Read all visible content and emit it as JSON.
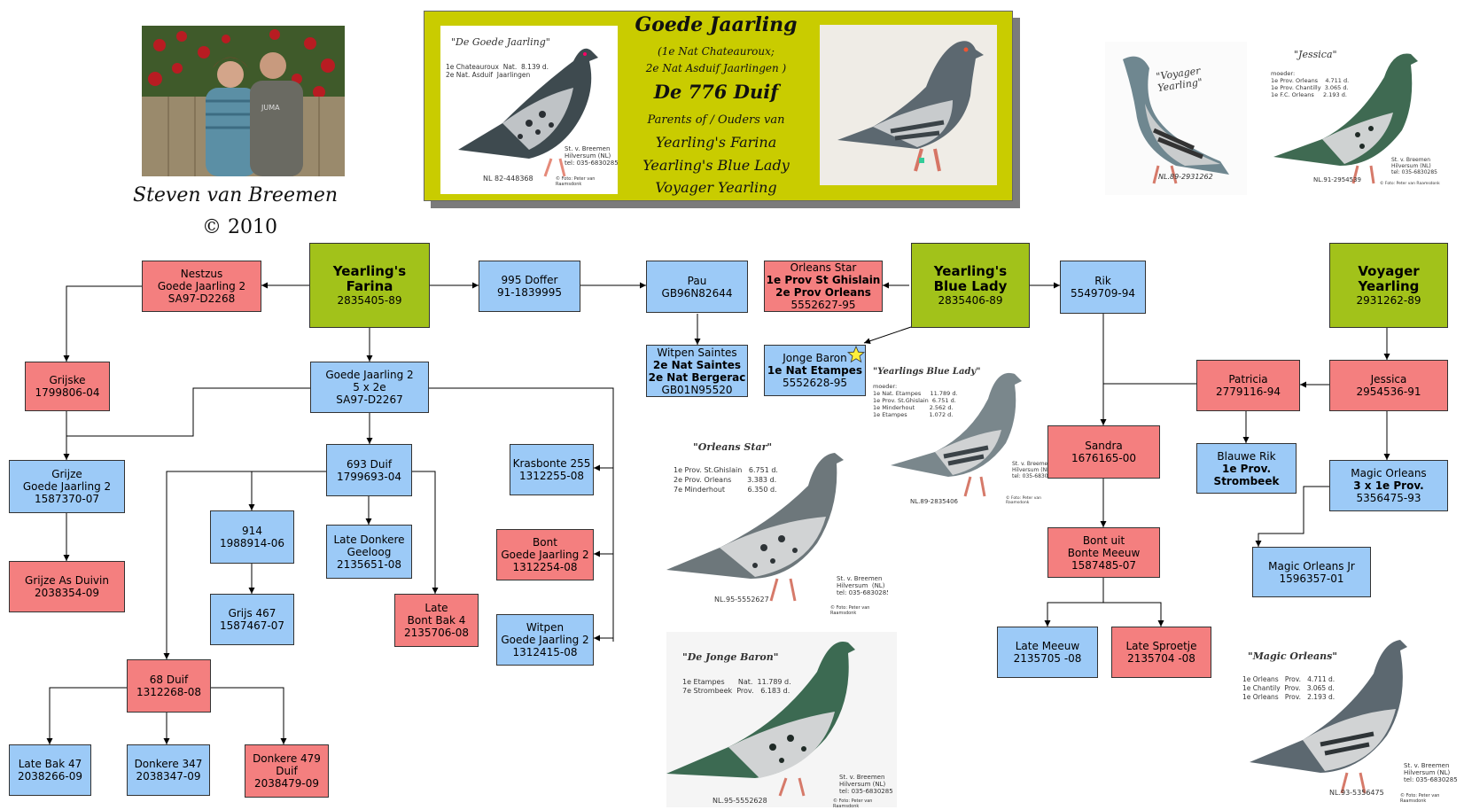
{
  "signature": {
    "name": "Steven van Breemen",
    "copyright": "© 2010"
  },
  "banner": {
    "title": "Goede Jaarling",
    "sub1": "(1e Nat Chateauroux;",
    "sub2": "2e Nat Asduif Jaarlingen )",
    "duif": "De 776 Duif",
    "parents": "Parents of / Ouders van",
    "c1": "Yearling's Farina",
    "c2": "Yearling's Blue Lady",
    "c3": "Voyager Yearling",
    "card": {
      "title": "\"De Goede Jaarling\"",
      "results": "1e Chateauroux  Nat.  8.139 d.\n2e Nat. Asduif  Jaarlingen",
      "owner": "St. v. Breemen\nHilversum (NL)\ntel: 035-6830285",
      "ring": "NL 82-448368",
      "credit": "© Foto: Peter van Raamsdonk"
    }
  },
  "cards": {
    "voyager": {
      "title": "\"Voyager Yearling\"",
      "ring": "NL.89-2931262"
    },
    "jessica": {
      "title": "\"Jessica\"",
      "results": "moeder:\n1e Prov. Orleans    4.711 d.\n1e Prov. Chantilly  3.065 d.\n1e F.C. Orleans     2.193 d.",
      "owner": "St. v. Breemen\nHilversum (NL)\ntel: 035-6830285",
      "ring": "NL.91-2954539",
      "credit": "© Foto: Peter van Raamsdonk"
    },
    "bluelady": {
      "title": "\"Yearlings Blue Lady\"",
      "results": "moeder:\n1e Nat. Etampes     11.789 d.\n1e Prov. St.Ghislain  6.751 d.\n1e Minderhout        2.562 d.\n1e Etampes            1.072 d.",
      "owner": "St. v. Breemen\nHilversum (NL)\ntel: 035-6830285",
      "ring": "NL.89-2835406",
      "credit": "© Foto: Peter van Raamsdonk"
    },
    "orleansstar": {
      "title": "\"Orleans Star\"",
      "results": "1e Prov. St.Ghislain   6.751 d.\n2e Prov. Orleans       3.383 d.\n7e Minderhout          6.350 d.",
      "owner": "St. v. Breemen\nHilversum  (NL)\ntel: 035-6830285",
      "ring": "NL.95-5552627",
      "credit": "© Foto: Peter van Raamsdonk"
    },
    "jongebaron": {
      "title": "\"De Jonge Baron\"",
      "results": "1e Etampes      Nat.  11.789 d.\n7e Strombeek  Prov.   6.183 d.",
      "owner": "St. v. Breemen\nHilversum (NL)\ntel: 035-6830285",
      "ring": "NL.95-5552628",
      "credit": "© Foto: Peter van Raamsdonk"
    },
    "magicorleans": {
      "title": "\"Magic Orleans\"",
      "results": "1e Orleans   Prov.   4.711 d.\n1e Chantily  Prov.   3.065 d.\n1e Orleans   Prov.   2.193 d.",
      "owner": "St. v. Breemen\nHilversum (NL)\ntel: 035-6830285",
      "ring": "NL.93-5356475",
      "credit": "© Foto: Peter van Raamsdonk"
    }
  },
  "nodes": {
    "farina": [
      "Yearling's",
      "Farina",
      "2835405-89"
    ],
    "bluelady": [
      "Yearling's",
      "Blue Lady",
      "2835406-89"
    ],
    "voyager": [
      "Voyager",
      "Yearling",
      "2931262-89"
    ],
    "nestzus": [
      "Nestzus",
      "Goede Jaarling 2",
      "SA97-D2268"
    ],
    "grijske": [
      "Grijske",
      "1799806-04"
    ],
    "grijze": [
      "Grijze",
      "Goede Jaarling 2",
      "1587370-07"
    ],
    "grijzeas": [
      "Grijze As Duivin",
      "2038354-09"
    ],
    "gj2": [
      "Goede Jaarling 2",
      "5 x 2e",
      "SA97-D2267"
    ],
    "d693": [
      "693 Duif",
      "1799693-04"
    ],
    "d914": [
      "914",
      "1988914-06"
    ],
    "grijs467": [
      "Grijs 467",
      "1587467-07"
    ],
    "latedonkere": [
      "Late Donkere",
      "Geeloog",
      "2135651-08"
    ],
    "late": [
      "Late",
      "Bont Bak 4",
      "2135706-08"
    ],
    "d68": [
      "68 Duif",
      "1312268-08"
    ],
    "latebak": [
      "Late Bak 47",
      "2038266-09"
    ],
    "donkere347": [
      "Donkere 347",
      "2038347-09"
    ],
    "donkere479": [
      "Donkere 479",
      "Duif",
      "2038479-09"
    ],
    "doffer995": [
      "995 Doffer",
      "91-1839995"
    ],
    "krasbonte": [
      "Krasbonte 255",
      "1312255-08"
    ],
    "bont": [
      "Bont",
      "Goede Jaarling 2",
      "1312254-08"
    ],
    "witpengj": [
      "Witpen",
      "Goede Jaarling 2",
      "1312415-08"
    ],
    "pau": [
      "Pau",
      "GB96N82644"
    ],
    "witpensaintes": [
      "Witpen Saintes",
      "2e Nat Saintes",
      "2e Nat Bergerac",
      "GB01N95520"
    ],
    "orleansstar": [
      "Orleans Star",
      "1e Prov St Ghislain",
      "2e Prov Orleans",
      "5552627-95"
    ],
    "jongebaron": [
      "Jonge Baron",
      "1e Nat Etampes",
      "5552628-95"
    ],
    "rik": [
      "Rik",
      "5549709-94"
    ],
    "sandra": [
      "Sandra",
      "1676165-00"
    ],
    "bontuit": [
      "Bont uit",
      "Bonte Meeuw",
      "1587485-07"
    ],
    "latemeeuw": [
      "Late Meeuw",
      "2135705 -08"
    ],
    "latesproetje": [
      "Late Sproetje",
      "2135704 -08"
    ],
    "patricia": [
      "Patricia",
      "2779116-94"
    ],
    "jessica": [
      "Jessica",
      "2954536-91"
    ],
    "blauwerik": [
      "Blauwe Rik",
      "1e Prov.",
      "Strombeek"
    ],
    "magicorleans": [
      "Magic Orleans",
      "3 x 1e Prov.",
      "5356475-93"
    ],
    "magicjr": [
      "Magic Orleans Jr",
      "1596357-01"
    ]
  },
  "colors": {
    "red": "#f47f7f",
    "blue": "#9ccaf7",
    "green": "#a2c21a",
    "banner": "#c9cc00"
  }
}
